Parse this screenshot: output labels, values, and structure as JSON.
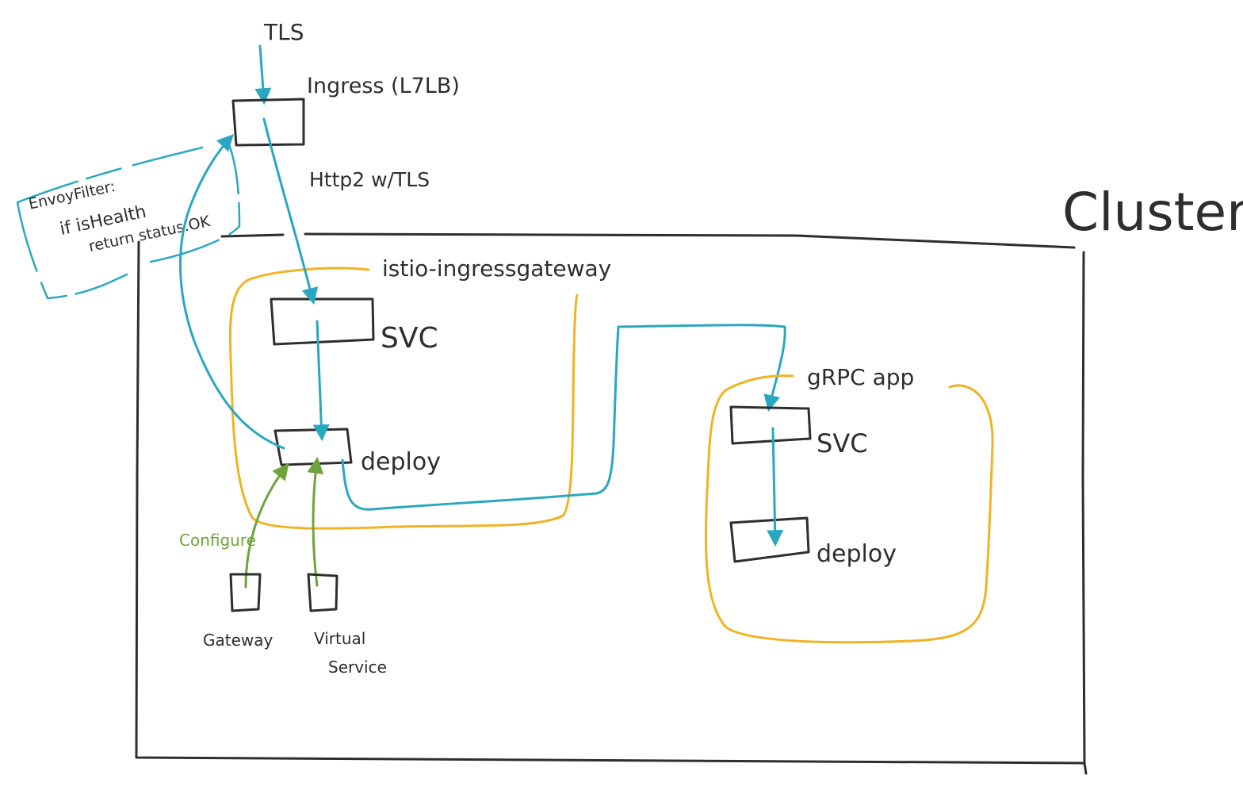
{
  "labels": {
    "tls": "TLS",
    "ingress": "Ingress (L7LB)",
    "http2": "Http2 w/TLS",
    "cluster": "Cluster",
    "envoy_line1": "EnvoyFilter:",
    "envoy_line2": "if isHealth",
    "envoy_line3": "return status.OK",
    "istio_gateway": "istio-ingressgateway",
    "istio_svc": "SVC",
    "istio_deploy": "deploy",
    "configure": "Configure",
    "gateway": "Gateway",
    "virtual_line1": "Virtual",
    "virtual_line2": "Service",
    "grpc_app": "gRPC  app",
    "grpc_svc": "SVC",
    "grpc_deploy": "deploy"
  },
  "colors": {
    "ink": "#2e2e2e",
    "flow": "#2aa7c0",
    "group": "#f0b324",
    "configure": "#6fa33c"
  }
}
